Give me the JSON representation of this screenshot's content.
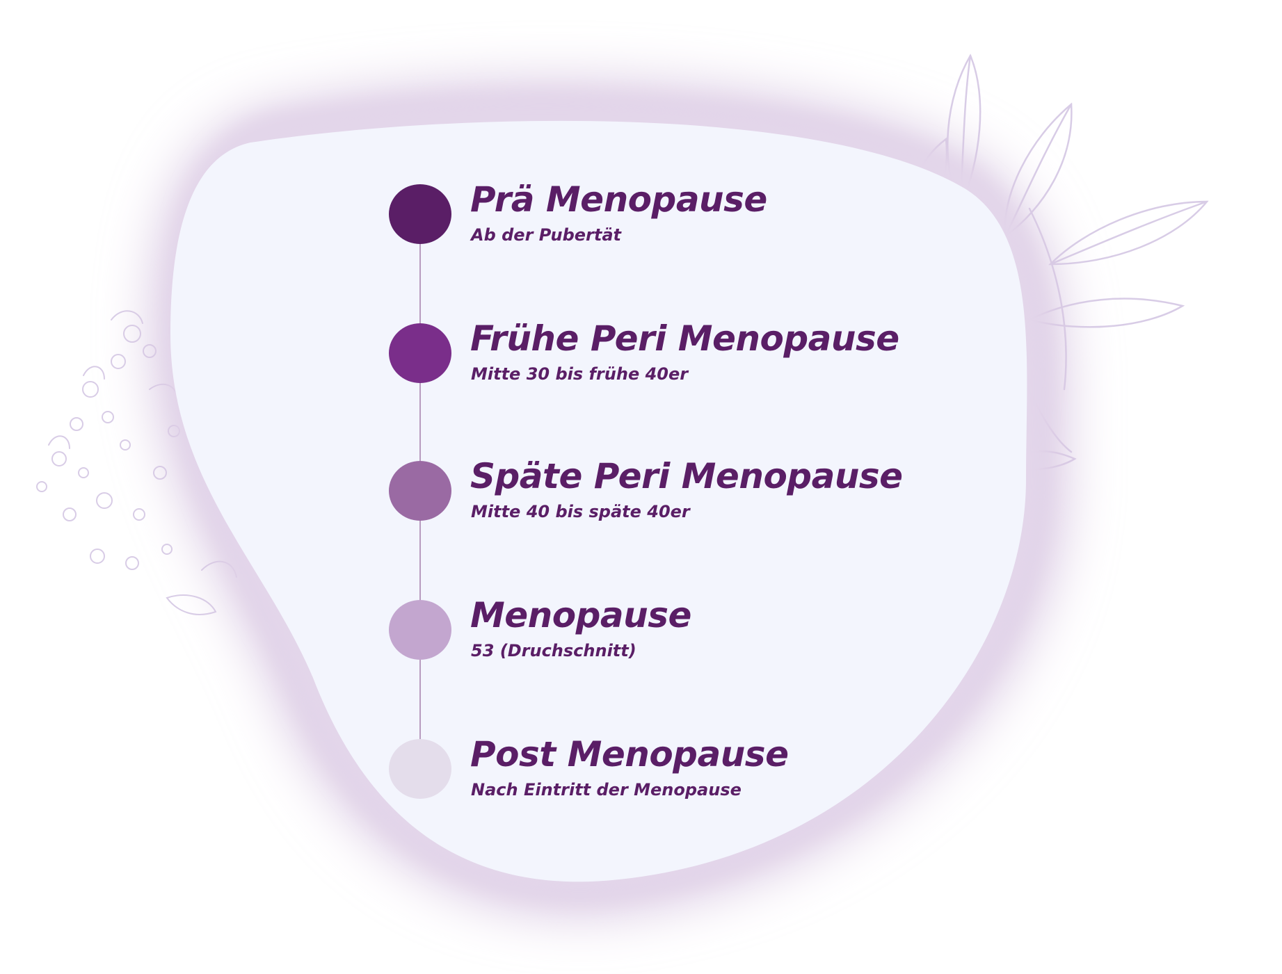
{
  "timeline": {
    "stages": [
      {
        "title": "Prä Menopause",
        "subtitle": "Ab der Pubertät",
        "color": "#5a1e66"
      },
      {
        "title": "Frühe Peri Menopause",
        "subtitle": "Mitte 30 bis frühe 40er",
        "color": "#7a2e8a"
      },
      {
        "title": "Späte Peri Menopause",
        "subtitle": "Mitte 40 bis späte 40er",
        "color": "#9a6aa3"
      },
      {
        "title": "Menopause",
        "subtitle": "53 (Druchschnitt)",
        "color": "#c3a6cf"
      },
      {
        "title": "Post Menopause",
        "subtitle": "Nach Eintritt der Menopause",
        "color": "#e4ddeb"
      }
    ]
  },
  "colors": {
    "text": "#5a1e66",
    "blob_fill": "#f3f5fd",
    "blob_glow": "#d9c8e2",
    "connector": "#b89bbf",
    "floral_sketch": "#d8cce6"
  }
}
